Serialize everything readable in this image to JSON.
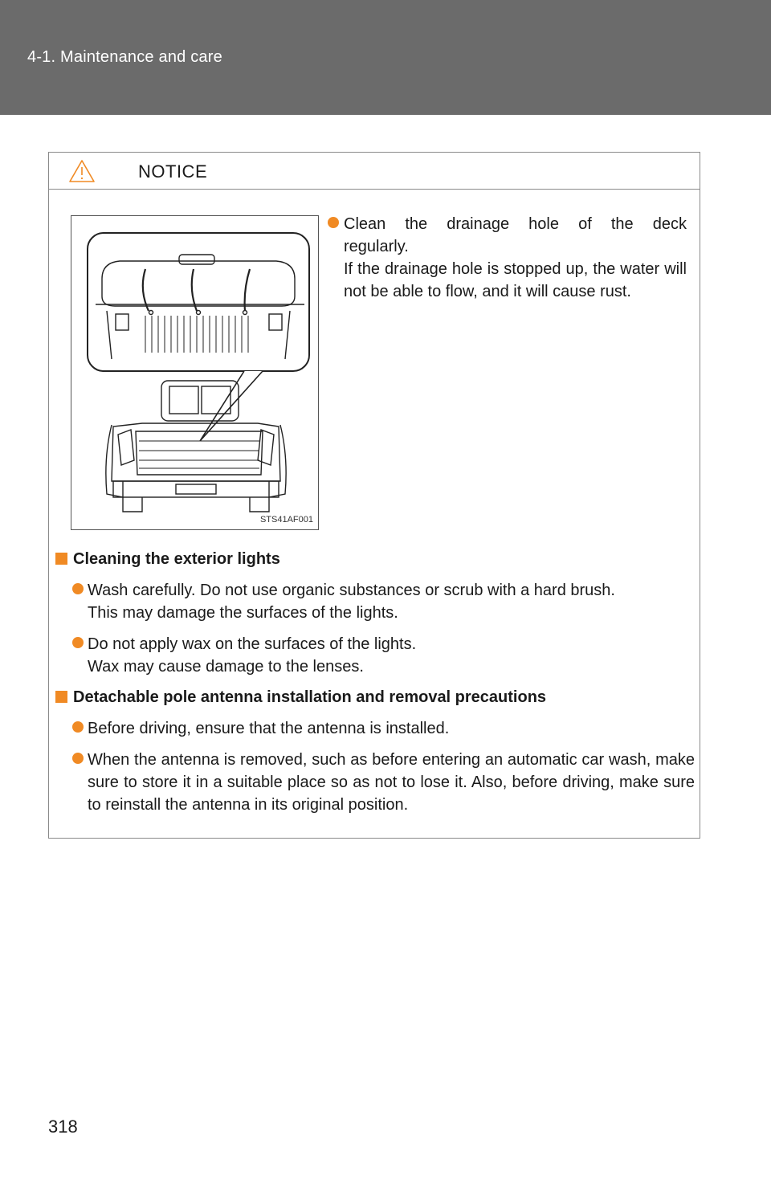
{
  "header": {
    "section": "4-1. Maintenance and care"
  },
  "notice": {
    "title": "NOTICE",
    "figure_code": "STS41AF001",
    "drainage": {
      "line1": "Clean the drainage hole of the deck",
      "line2": "regularly.",
      "detail": "If the drainage hole is stopped up, the water will not be able to flow, and it will cause rust."
    },
    "sections": [
      {
        "heading": "Cleaning the exterior lights",
        "items": [
          {
            "l1": "Wash carefully. Do not use organic substances or scrub with a hard brush.",
            "l2": "This may damage the surfaces of the lights."
          },
          {
            "l1": "Do not apply wax on the surfaces of the lights.",
            "l2": "Wax may cause damage to the lenses."
          }
        ]
      },
      {
        "heading": "Detachable pole antenna installation and removal precautions",
        "items": [
          {
            "l1": "Before driving, ensure that the antenna is installed."
          },
          {
            "l1": "When the antenna is removed, such as before entering an automatic car wash, make sure to store it in a suitable place so as not to lose it. Also, before driving, make sure to reinstall the antenna in its original position."
          }
        ]
      }
    ]
  },
  "footer": {
    "page_number": "318"
  },
  "colors": {
    "header_bg": "#6b6b6b",
    "accent": "#f08a24"
  },
  "icons": {
    "notice": "warning-triangle-icon",
    "bullet": "orange-circle-bullet",
    "section": "orange-square-marker"
  }
}
